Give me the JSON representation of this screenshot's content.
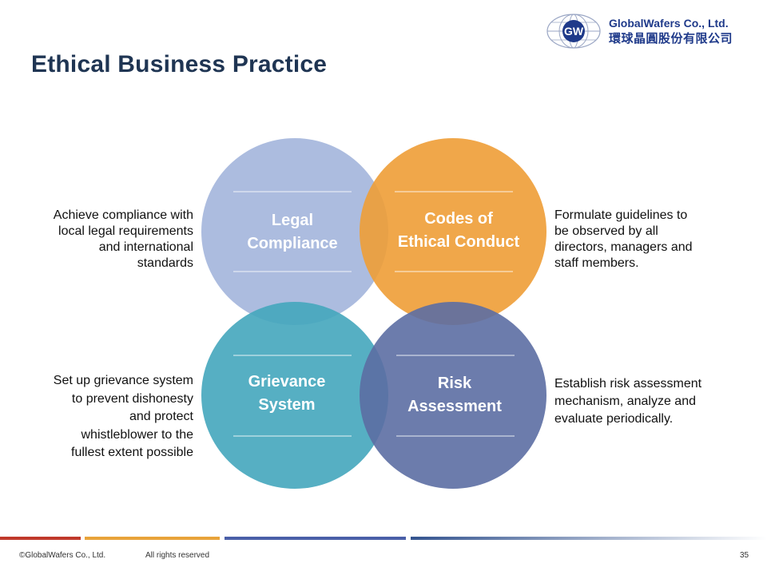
{
  "header": {
    "title": "Ethical Business Practice",
    "logo_mark": "GW",
    "company_en": "GlobalWafers Co., Ltd.",
    "company_zh": "環球晶圓股份有限公司"
  },
  "diagram": {
    "circles": [
      {
        "line1": "Legal",
        "line2": "Compliance",
        "color": "#a3b5dc"
      },
      {
        "line1": "Codes of",
        "line2": "Ethical Conduct",
        "color": "#ee9d36"
      },
      {
        "line1": "Grievance",
        "line2": "System",
        "color": "#44a6bd"
      },
      {
        "line1": "Risk",
        "line2": "Assessment",
        "color": "#5c6ea3"
      }
    ],
    "descriptions": {
      "legal": [
        "Achieve compliance with",
        "local legal requirements",
        "and international",
        "standards"
      ],
      "codes": [
        "Formulate guidelines to",
        "be observed by all",
        "directors, managers and",
        "staff members."
      ],
      "grievance": [
        "Set up grievance system",
        "to prevent dishonesty",
        "and protect",
        "whistleblower to the",
        "fullest extent possible"
      ],
      "risk": [
        "Establish risk assessment",
        "mechanism, analyze and",
        "evaluate periodically."
      ]
    }
  },
  "footer": {
    "copyright": "©GlobalWafers Co., Ltd.",
    "rights": "All rights reserved",
    "page_number": "35",
    "bar_colors": [
      "#c0392b",
      "#e8a33a",
      "#4a5fa8",
      "#34548f"
    ]
  }
}
